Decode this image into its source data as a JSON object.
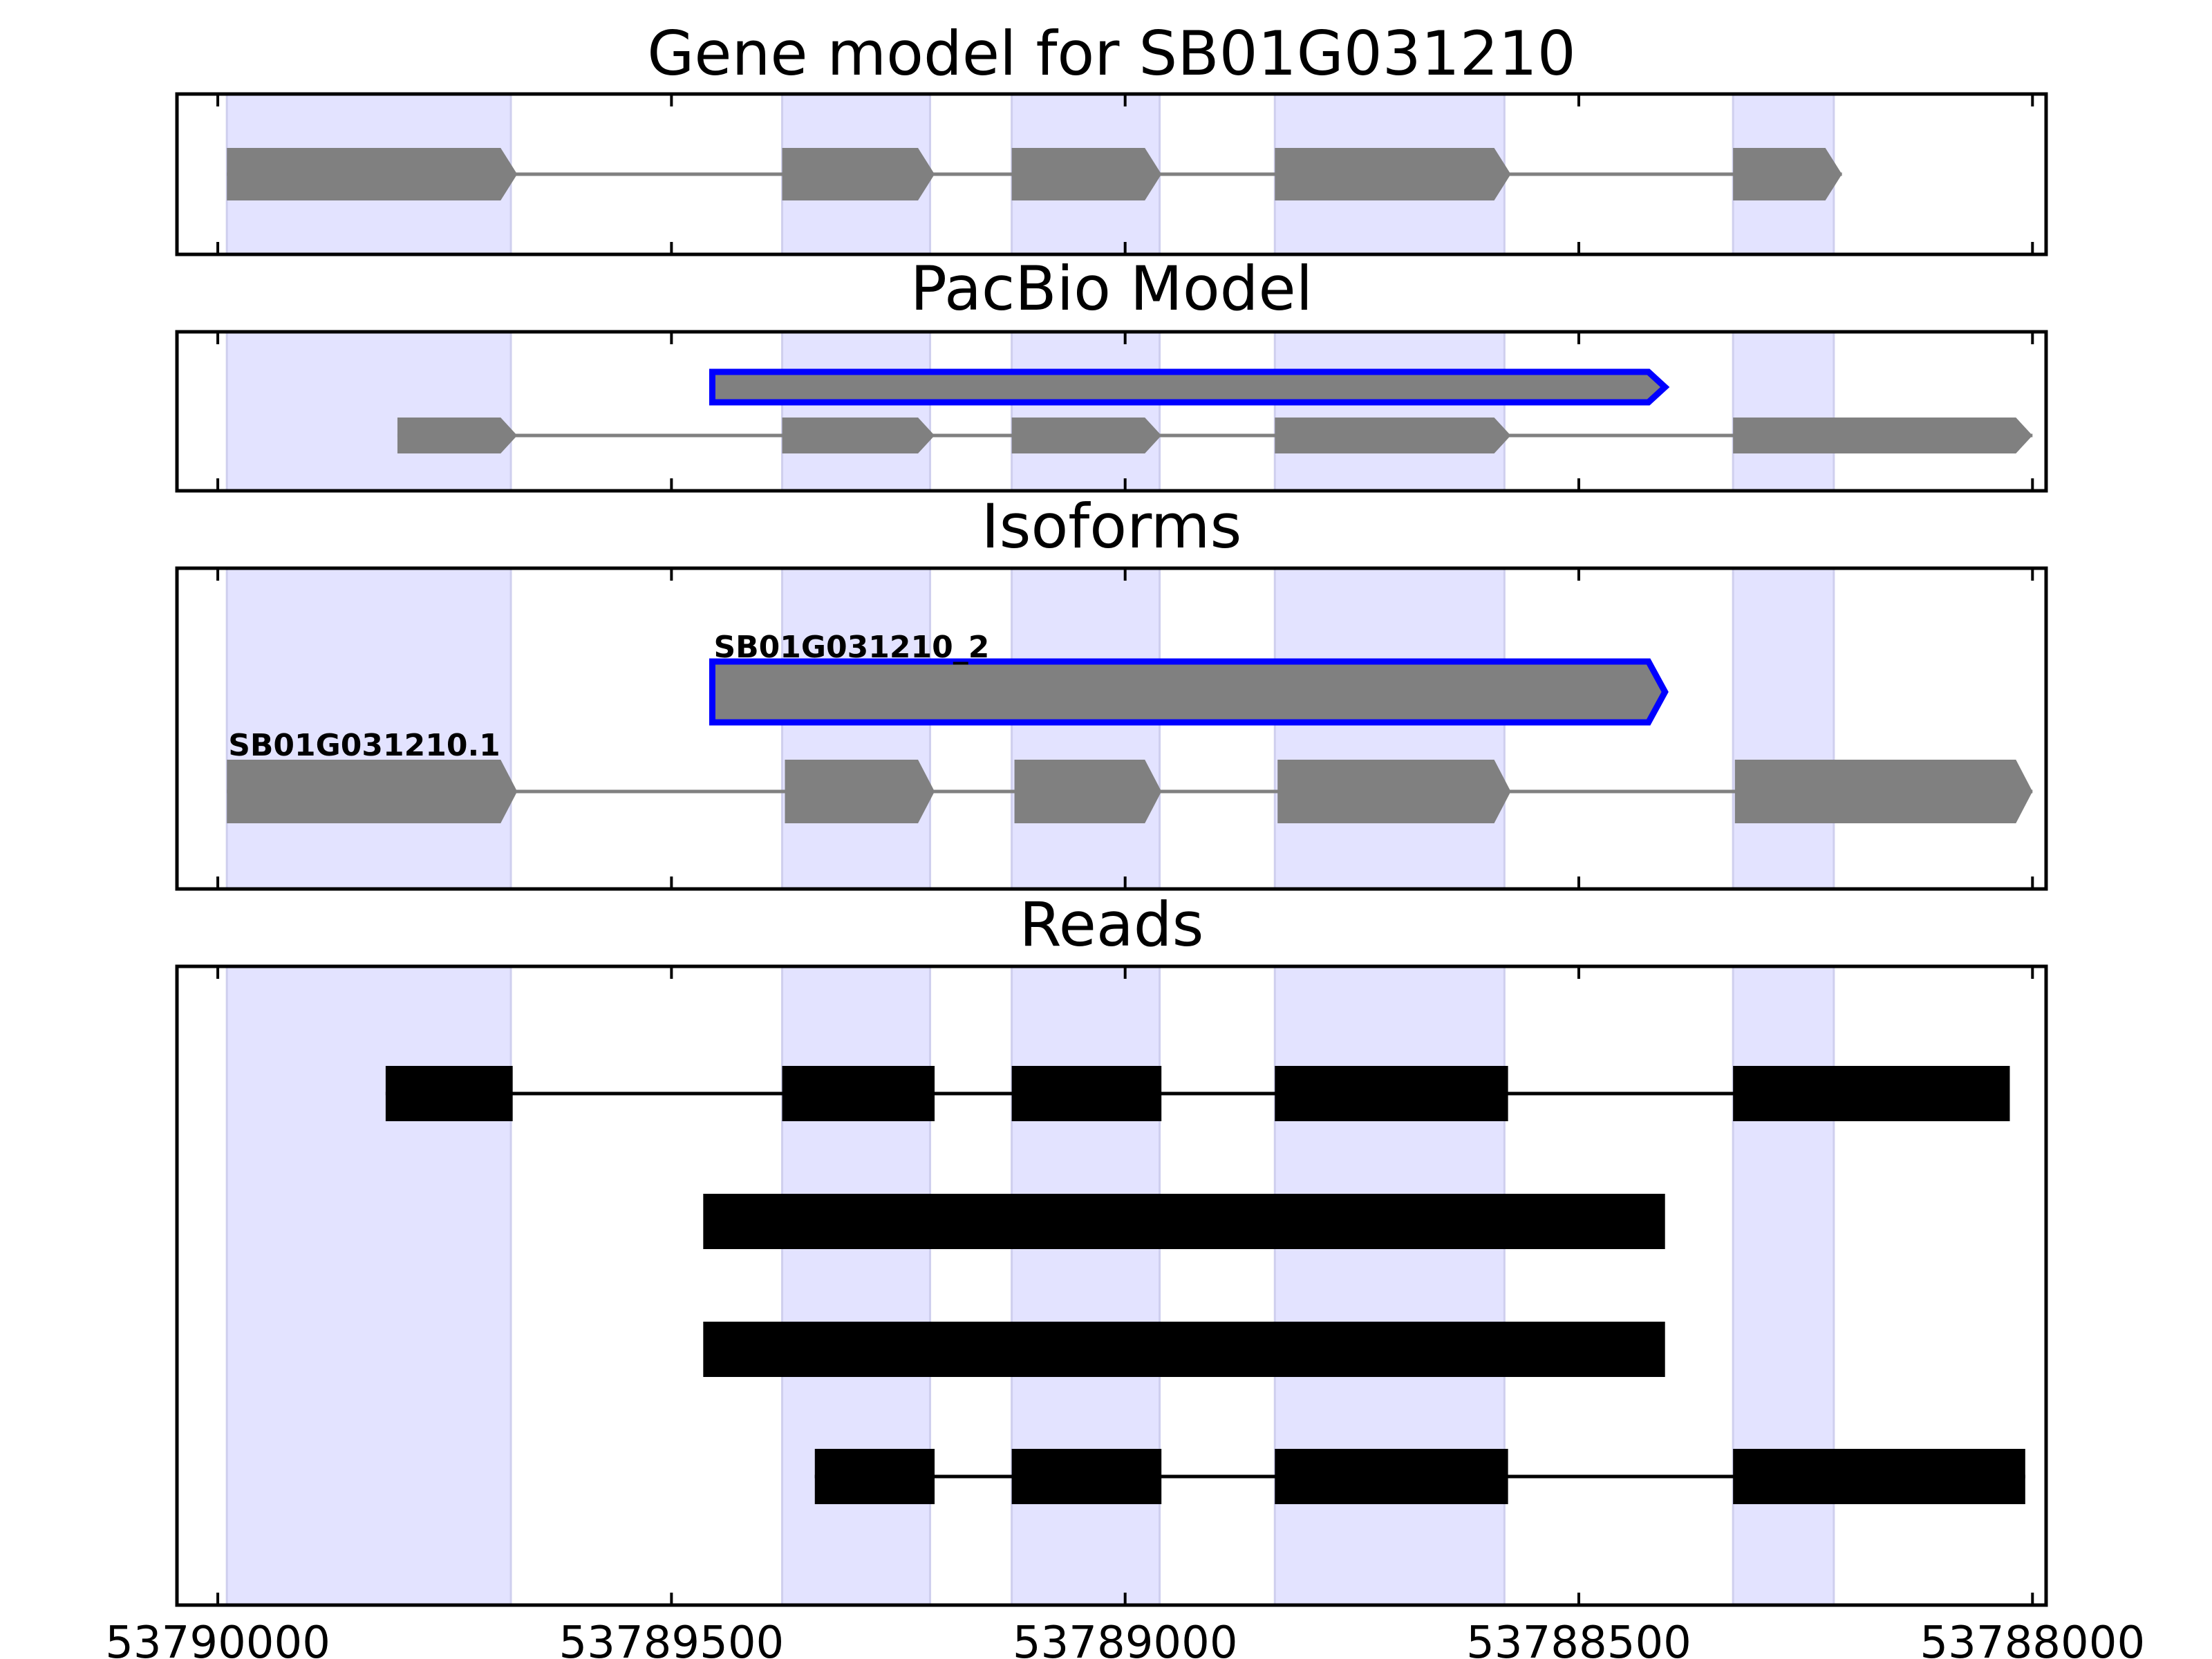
{
  "chart_data": {
    "type": "gene-track",
    "x_axis": {
      "ticks": [
        53790000,
        53789500,
        53789000,
        53788500,
        53788000
      ],
      "tick_labels": [
        "53790000",
        "53789500",
        "53789000",
        "53788500",
        "53788000"
      ],
      "xlim": [
        53790045,
        53787985
      ],
      "direction": "descending"
    },
    "highlight_regions": [
      [
        53789990,
        53789677
      ],
      [
        53789378,
        53789215
      ],
      [
        53789125,
        53788962
      ],
      [
        53788835,
        53788582
      ],
      [
        53788330,
        53788219
      ]
    ],
    "panels": [
      {
        "title": "Gene model for SB01G031210",
        "tracks": [
          {
            "label": "",
            "highlighted": false,
            "exons": [
              [
                53789990,
                53789670
              ],
              [
                53789378,
                53789210
              ],
              [
                53789125,
                53788960
              ],
              [
                53788835,
                53788575
              ],
              [
                53788330,
                53788210
              ]
            ]
          }
        ]
      },
      {
        "title": "PacBio Model",
        "tracks": [
          {
            "label": "",
            "highlighted": true,
            "exons": [
              [
                53789455,
                53788405
              ]
            ]
          },
          {
            "label": "",
            "highlighted": false,
            "exons": [
              [
                53789802,
                53789670
              ],
              [
                53789378,
                53789210
              ],
              [
                53789125,
                53788960
              ],
              [
                53788835,
                53788575
              ],
              [
                53788330,
                53788000
              ]
            ]
          }
        ]
      },
      {
        "title": "Isoforms",
        "tracks": [
          {
            "label": "SB01G031210_2",
            "highlighted": true,
            "exons": [
              [
                53789455,
                53788405
              ]
            ]
          },
          {
            "label": "SB01G031210.1",
            "highlighted": false,
            "exons": [
              [
                53789990,
                53789670
              ],
              [
                53789375,
                53789210
              ],
              [
                53789122,
                53788960
              ],
              [
                53788832,
                53788575
              ],
              [
                53788328,
                53788000
              ]
            ]
          }
        ]
      },
      {
        "title": "Reads",
        "reads": [
          [
            [
              53789815,
              53789675
            ],
            [
              53789378,
              53789210
            ],
            [
              53789125,
              53788960
            ],
            [
              53788835,
              53788578
            ],
            [
              53788330,
              53788025
            ]
          ],
          [
            [
              53789465,
              53788405
            ]
          ],
          [
            [
              53789465,
              53788405
            ]
          ],
          [
            [
              53789342,
              53789210
            ],
            [
              53789125,
              53788960
            ],
            [
              53788835,
              53788578
            ],
            [
              53788330,
              53788008
            ]
          ]
        ]
      }
    ],
    "colors": {
      "highlight": "#e3e3ff",
      "highlight_edge": "#cfcfee",
      "exon": "#808080",
      "isoform_highlight": "#0000ff",
      "read": "#000000",
      "intron": "#808080",
      "read_intron": "#000000"
    }
  }
}
